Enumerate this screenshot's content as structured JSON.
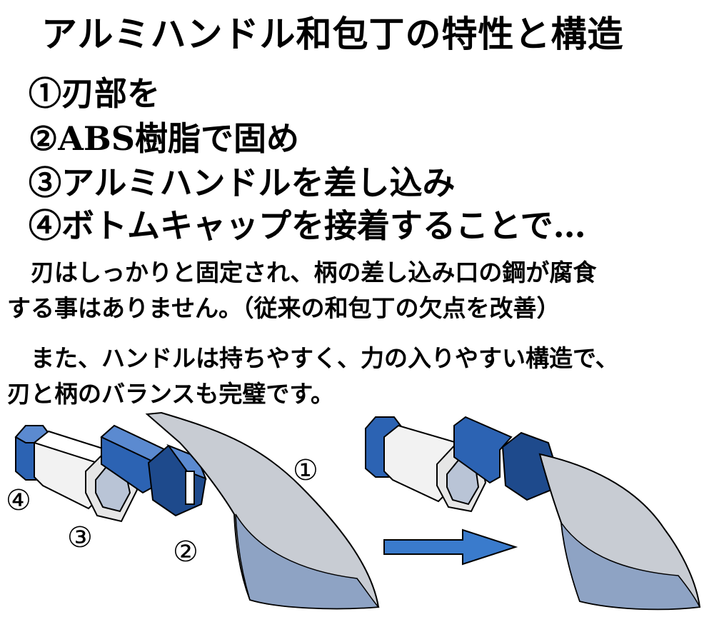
{
  "title": "アルミハンドル和包丁の特性と構造",
  "steps": [
    "①刃部を",
    "②ABS樹脂で固め",
    "③アルミハンドルを差し込み",
    "④ボトムキャップを接着することで…"
  ],
  "paragraphs": [
    "　刃はしっかりと固定され、柄の差し込み口の鋼が腐食",
    "する事はありません。（従来の和包丁の欠点を改善）",
    "　また、ハンドルは持ちやすく、力の入りやすい構造で、",
    "刃と柄のバランスも完璧です。"
  ],
  "diagram": {
    "labels": {
      "blade": "①",
      "resin": "②",
      "handle": "③",
      "cap": "④"
    },
    "colors": {
      "blue": "#2c63b3",
      "blue_dark": "#1e4a8c",
      "blade_gray": "#c8ccd3",
      "handle_white": "#f2f2f2",
      "arrow": "#3a7bcc"
    }
  }
}
